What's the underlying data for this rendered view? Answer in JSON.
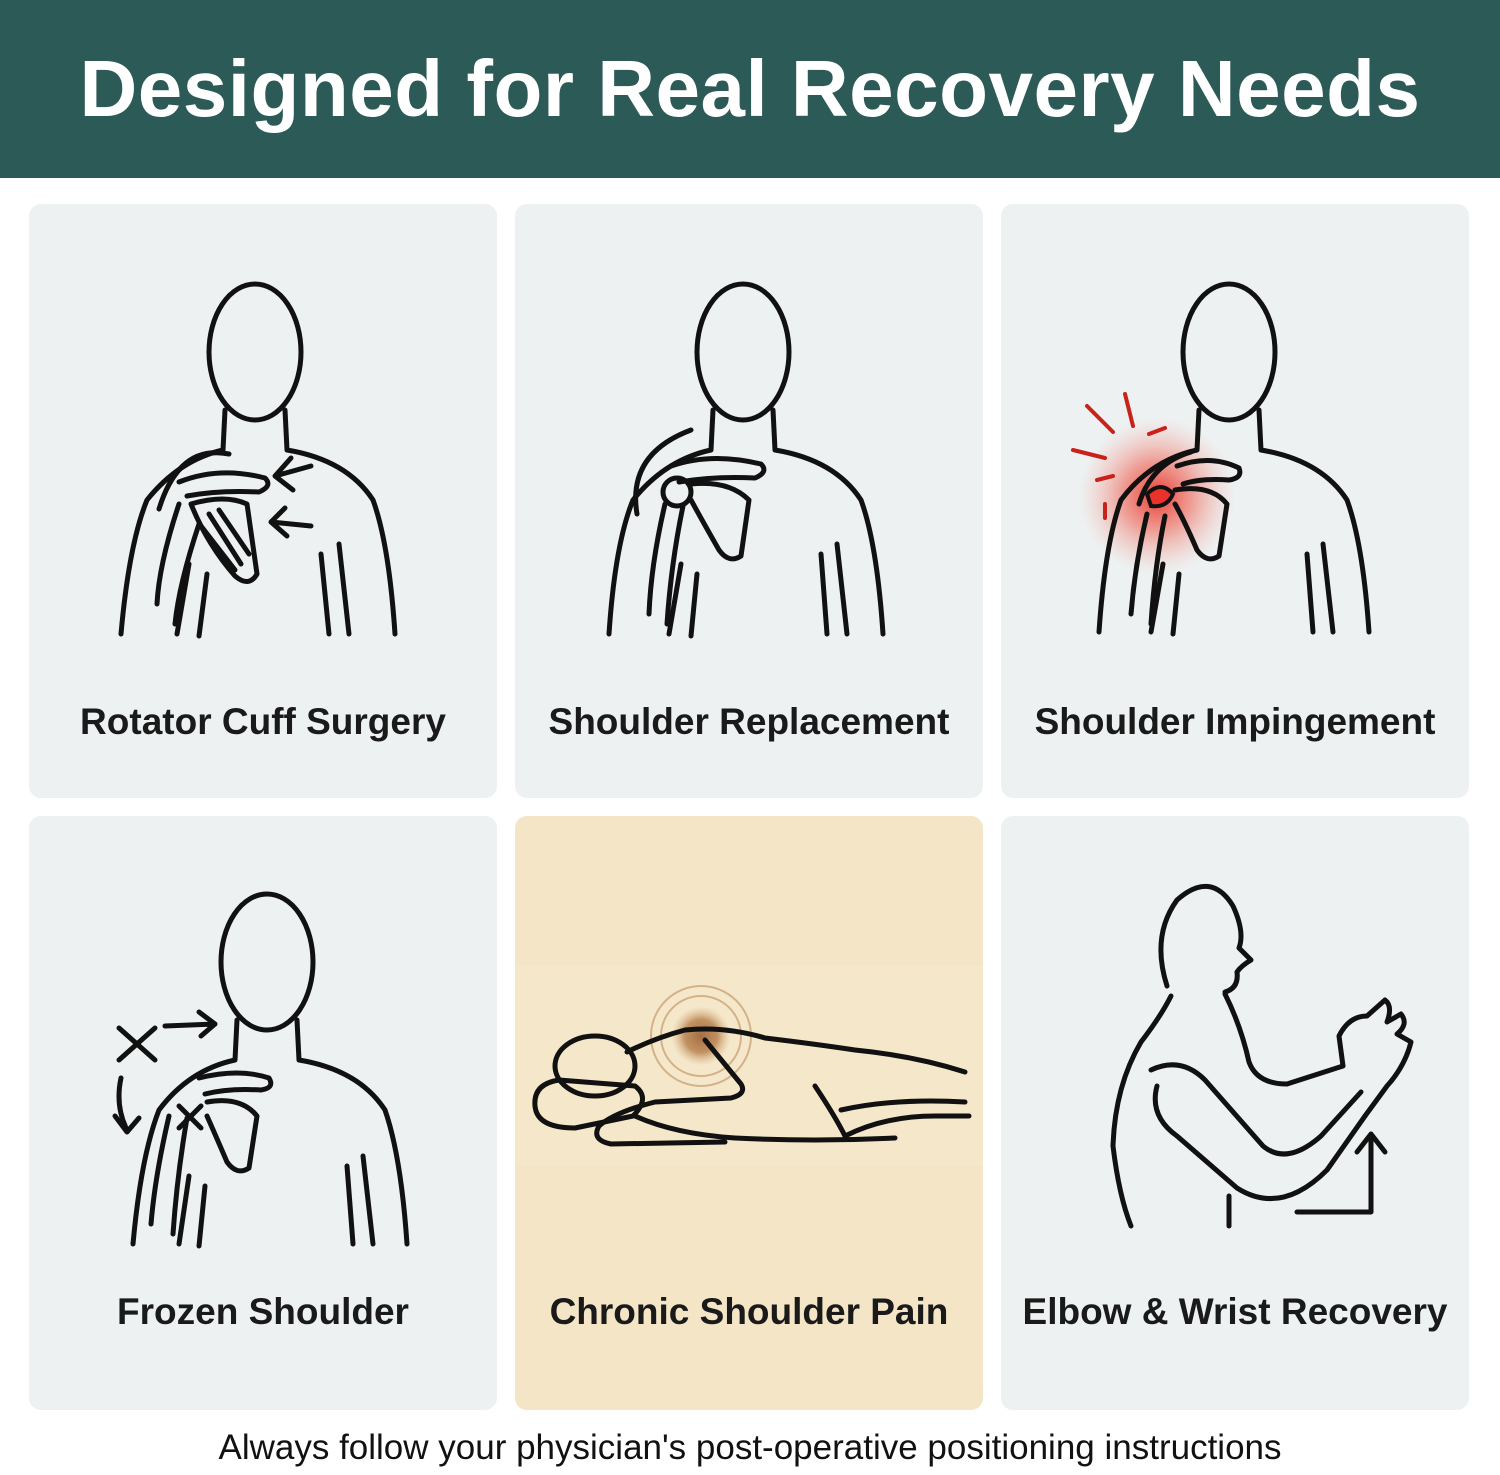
{
  "header": {
    "title": "Designed for Real Recovery Needs"
  },
  "cards": [
    {
      "label": "Rotator Cuff Surgery",
      "icon": "rotator-cuff-figure-icon"
    },
    {
      "label": "Shoulder Replacement",
      "icon": "shoulder-replacement-figure-icon"
    },
    {
      "label": "Shoulder Impingement",
      "icon": "shoulder-impingement-figure-icon"
    },
    {
      "label": "Frozen Shoulder",
      "icon": "frozen-shoulder-figure-icon"
    },
    {
      "label": "Chronic Shoulder Pain",
      "icon": "side-sleeper-figure-icon"
    },
    {
      "label": "Elbow & Wrist Recovery",
      "icon": "elbow-wrist-figure-icon"
    }
  ],
  "footer": {
    "note": "Always follow your physician's post-operative positioning instructions"
  },
  "colors": {
    "header_bg": "#2c5a56",
    "card_bg": "#edf1f1",
    "card_highlight_bg": "#f3e5c6",
    "pain_red": "#e8322a",
    "pain_brown": "#a0683c"
  }
}
